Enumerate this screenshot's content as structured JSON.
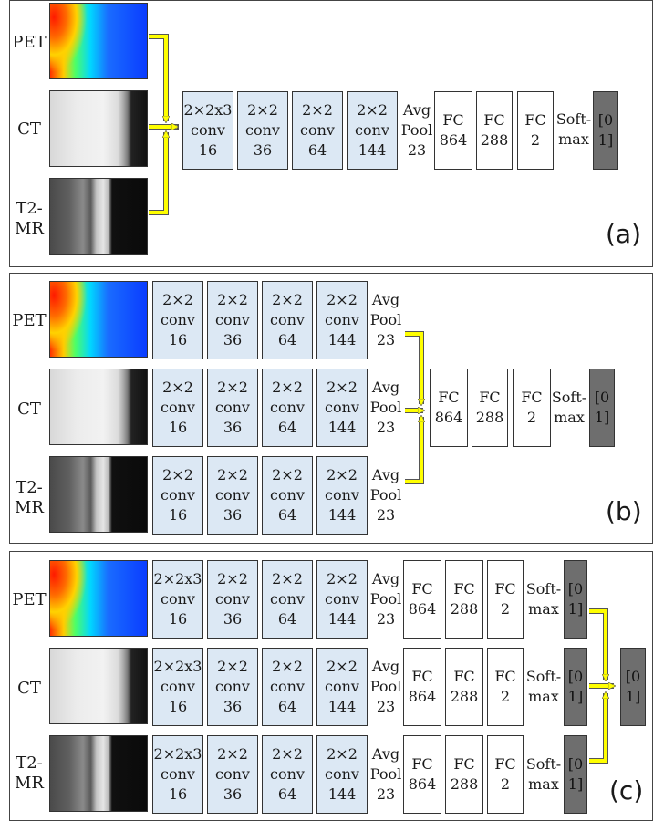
{
  "modalities": [
    "PET",
    "CT",
    "T2-\nMR"
  ],
  "panel_a": {
    "letter": "(a)",
    "layers": [
      "2×2x3\nconv\n16",
      "2×2\nconv\n36",
      "2×2\nconv\n64",
      "2×2\nconv\n144"
    ],
    "pool": "Avg\nPool\n23",
    "fc": [
      "FC\n864",
      "FC\n288",
      "FC\n2"
    ],
    "softmax": "Soft-\nmax",
    "output": "[0\n1]"
  },
  "panel_b": {
    "letter": "(b)",
    "layers": [
      "2×2\nconv\n16",
      "2×2\nconv\n36",
      "2×2\nconv\n64",
      "2×2\nconv\n144"
    ],
    "pool": "Avg\nPool\n23",
    "fc": [
      "FC\n864",
      "FC\n288",
      "FC\n2"
    ],
    "softmax": "Soft-\nmax",
    "output": "[0\n1]"
  },
  "panel_c": {
    "letter": "(c)",
    "layers": [
      "2×2x3\nconv\n16",
      "2×2\nconv\n36",
      "2×2\nconv\n64",
      "2×2\nconv\n144"
    ],
    "pool": "Avg\nPool\n23",
    "fc": [
      "FC\n864",
      "FC\n288",
      "FC\n2"
    ],
    "softmax": "Soft-\nmax",
    "output": "[0\n1]",
    "final_output": "[0\n1]"
  },
  "colors": {
    "conv": "#dce8f4",
    "output": "#6e6e6e",
    "arrow": "#ffff00"
  }
}
